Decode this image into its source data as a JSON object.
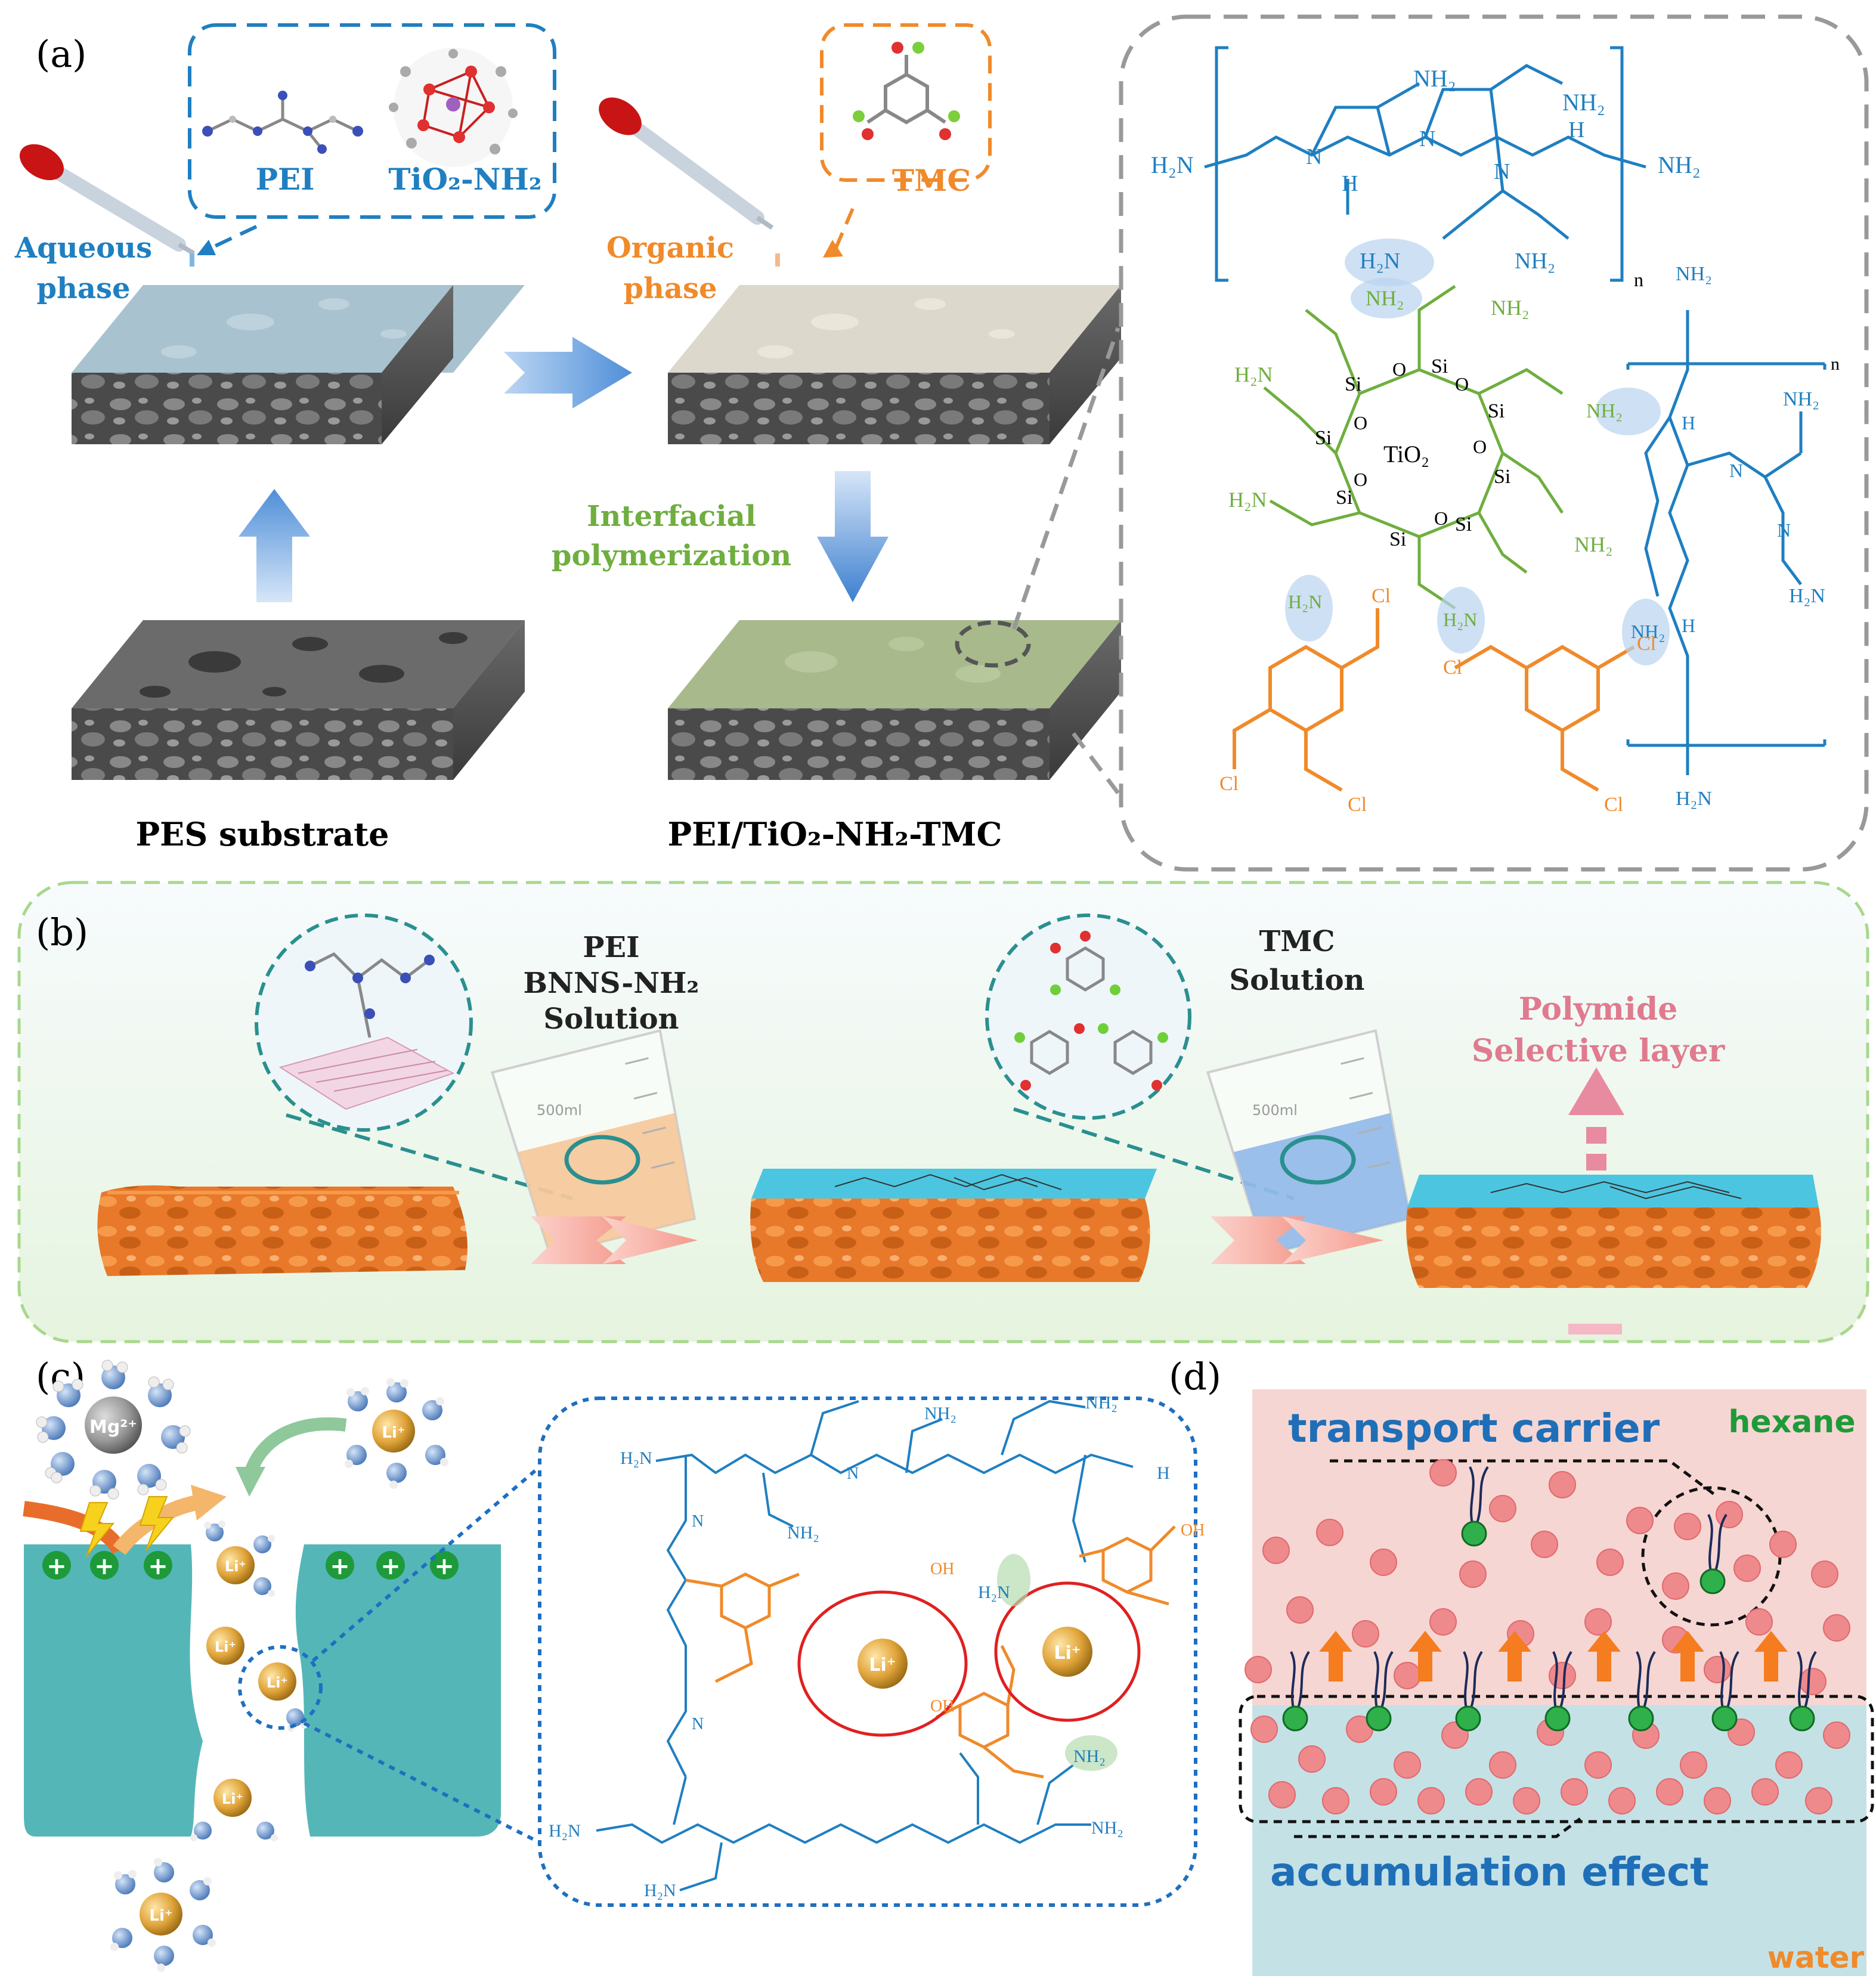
{
  "panels": {
    "a": {
      "label": "(a)",
      "pei": "PEI",
      "tio2": "TiO₂-NH₂",
      "tmc": "TMC",
      "aqueous_line1": "Aqueous",
      "aqueous_line2": "phase",
      "organic_line1": "Organic",
      "organic_line2": "phase",
      "interfacial_line1": "Interfacial",
      "interfacial_line2": "polymerization",
      "pes_substrate": "PES substrate",
      "product": "PEI/TiO₂-NH₂-TMC",
      "chem": {
        "h2n": "H₂N",
        "nh2": "NH₂",
        "n": "N",
        "h": "H",
        "si": "Si",
        "o": "O",
        "tio2": "TiO₂",
        "cl": "Cl",
        "sub_n": "n"
      }
    },
    "b": {
      "label": "(b)",
      "sol1_line1": "PEI",
      "sol1_line2": "BNNS-NH₂",
      "sol1_line3": "Solution",
      "sol2_line1": "TMC",
      "sol2_line2": "Solution",
      "layer_line1": "Polymide",
      "layer_line2": "Selective layer",
      "beaker_mark": "500ml"
    },
    "c": {
      "label": "(c)",
      "mg": "Mg²⁺",
      "li": "Li⁺",
      "plus": "+",
      "chem": {
        "h2n": "H₂N",
        "nh2": "NH₂",
        "n": "N",
        "h": "H",
        "oh": "OH",
        "li": "Li⁺"
      }
    },
    "d": {
      "label": "(d)",
      "transport": "transport carrier",
      "hexane": "hexane",
      "accumulation": "accumulation effect",
      "water": "water"
    }
  },
  "colors": {
    "blue": "#1f7fc1",
    "green": "#6fae3f",
    "orange": "#f08a2a",
    "teal": "#2a8f8f",
    "pink": "#e07b8f"
  }
}
